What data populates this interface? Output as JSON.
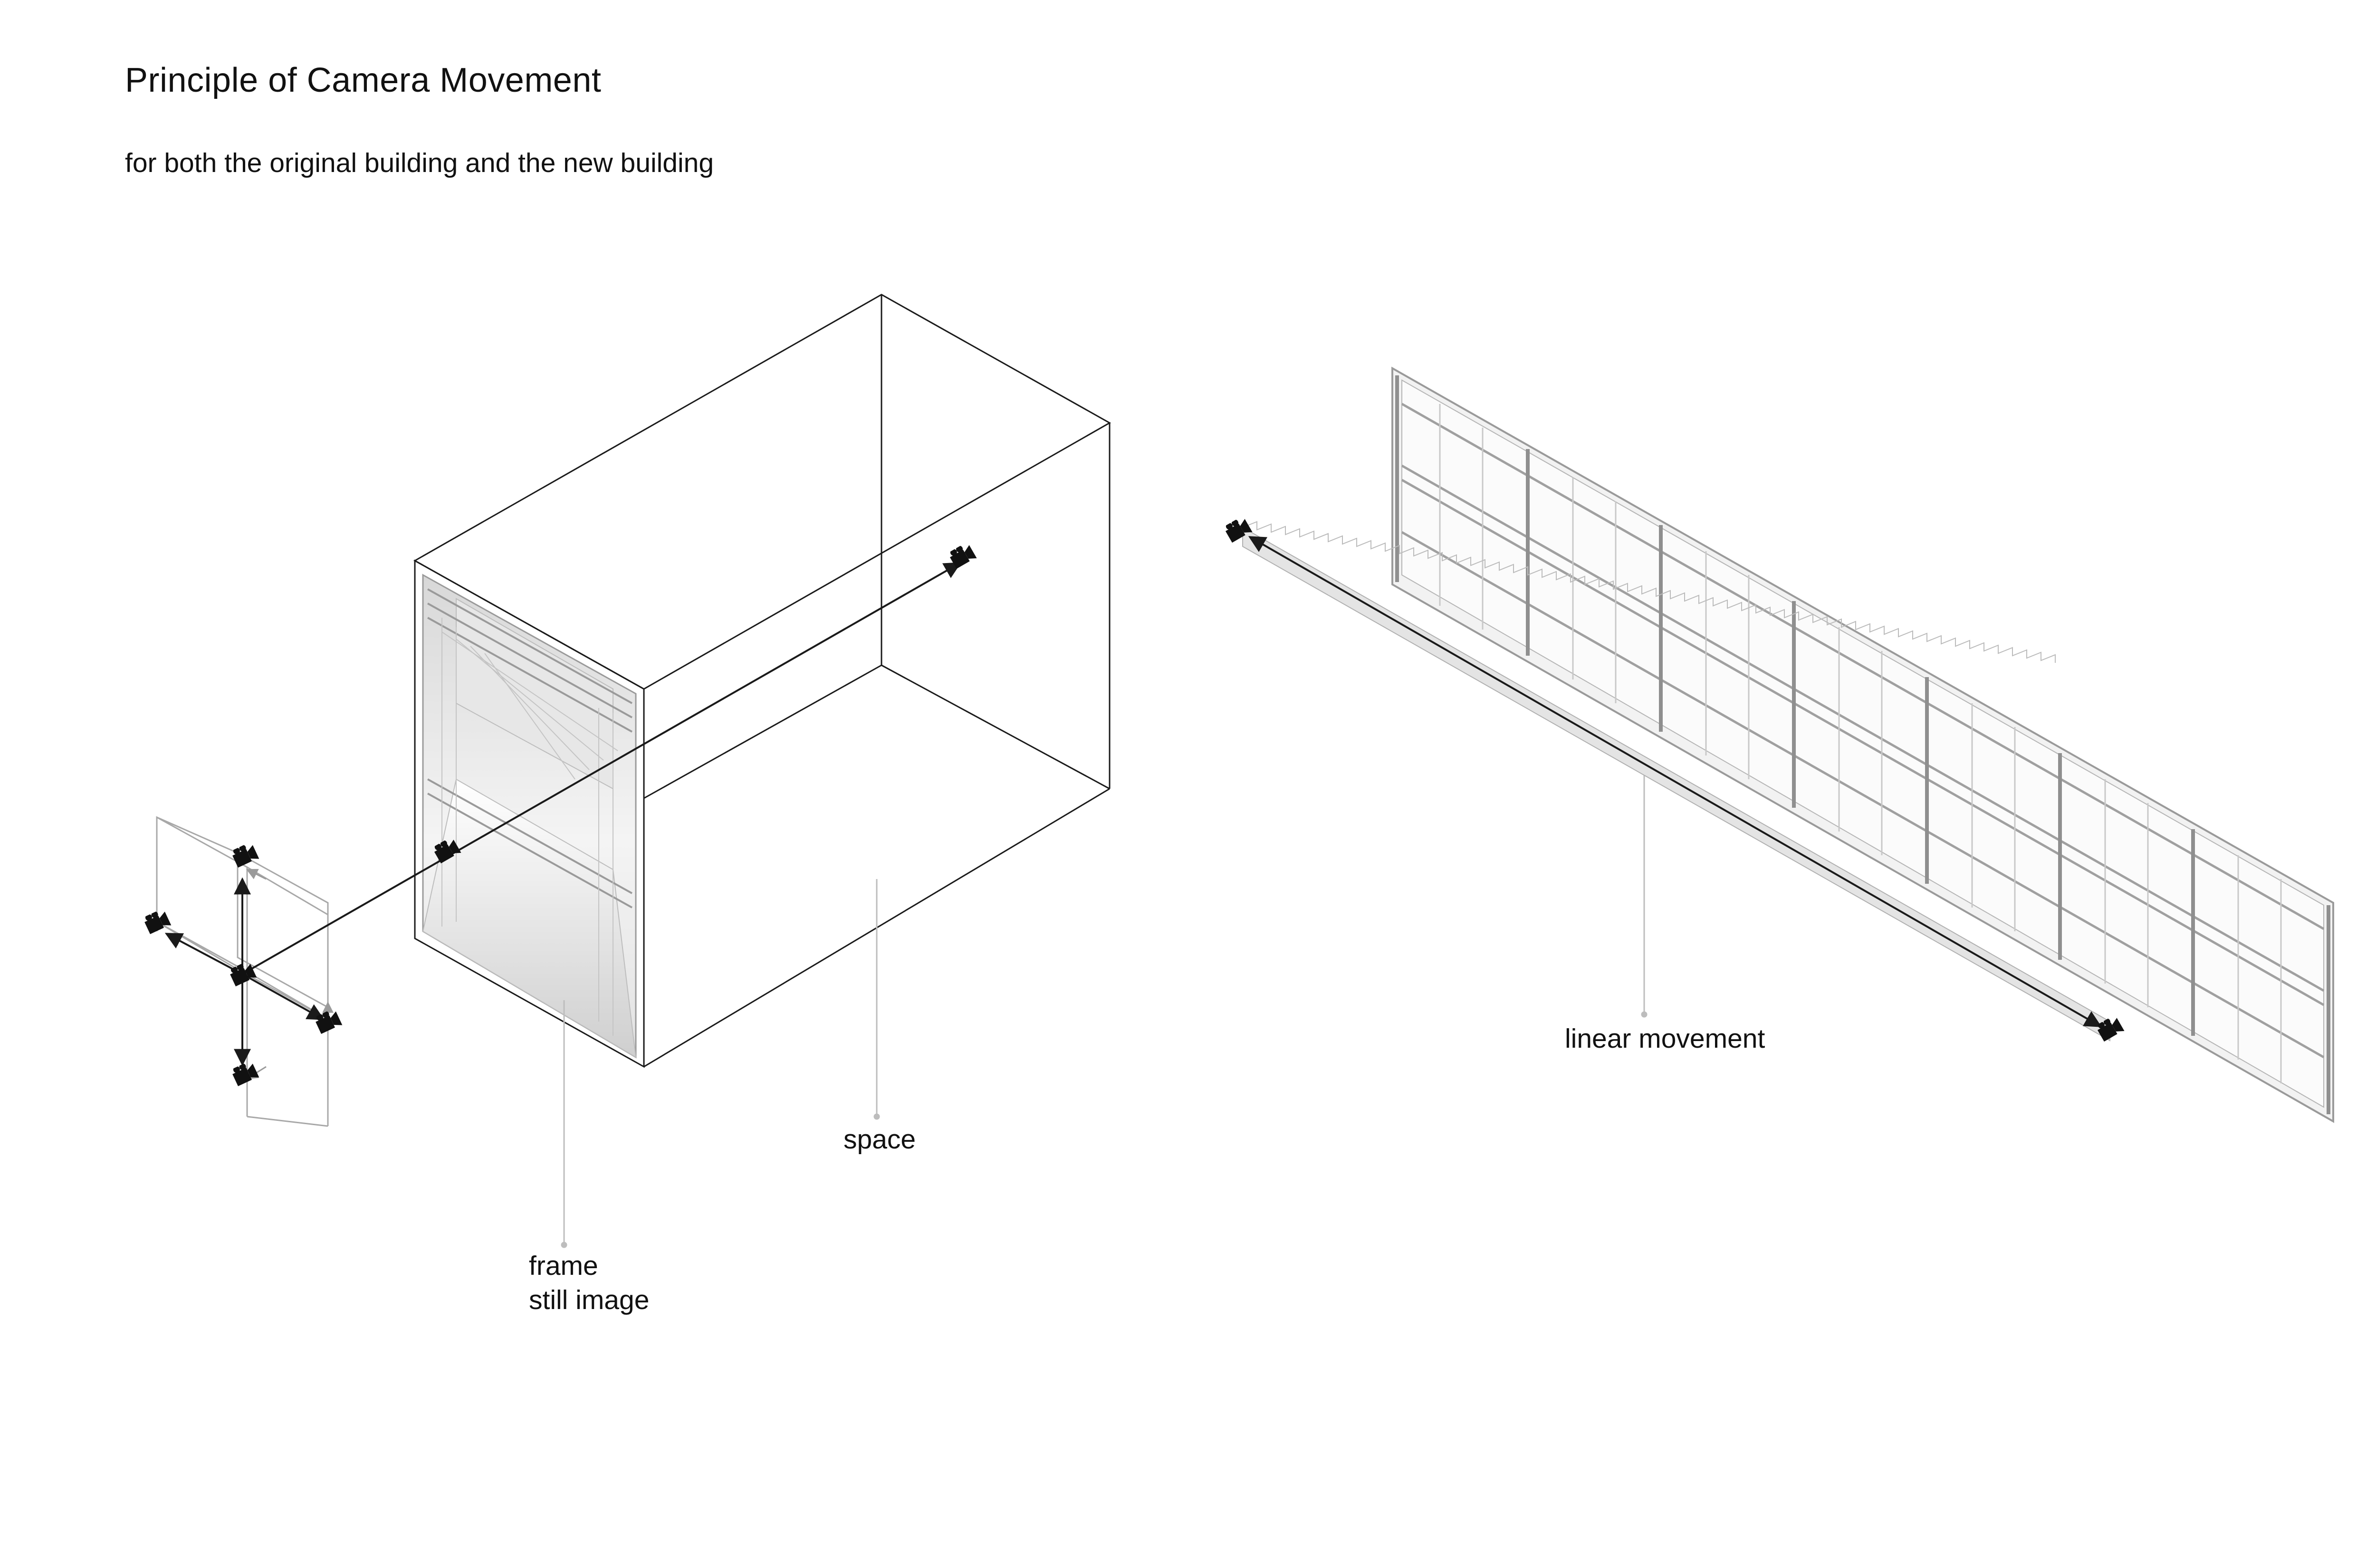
{
  "header": {
    "title": "Principle of Camera Movement",
    "subtitle": "for both the original building and the new building"
  },
  "labels": {
    "space": "space",
    "frame": "frame",
    "still_image": "still image",
    "linear_movement": "linear movement"
  },
  "colors": {
    "line": "#1a1a1a",
    "leader": "#bdbdbd",
    "frame_line": "#a8a8a8",
    "facade_fill": "#f2f2f2",
    "facade_stroke": "#9a9a9a"
  }
}
